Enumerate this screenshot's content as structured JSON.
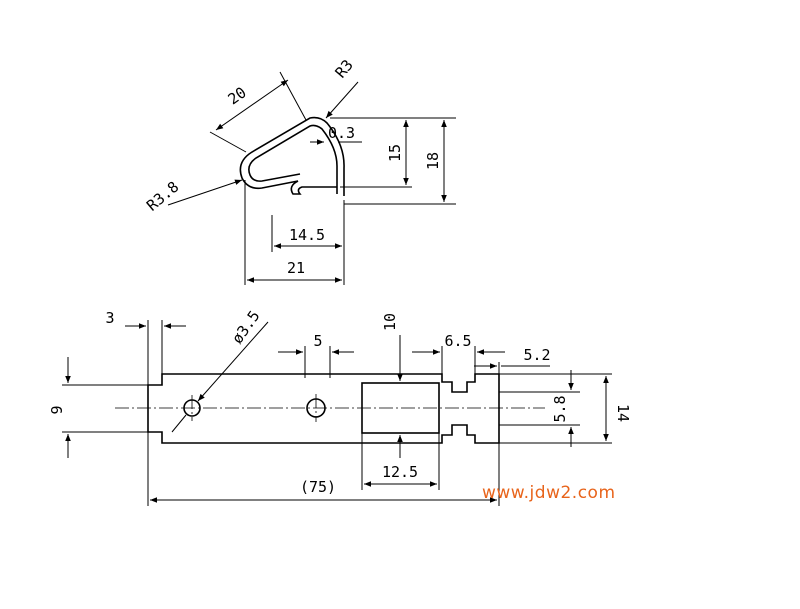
{
  "dimensions": {
    "side_20": "20",
    "radius_3": "R3",
    "thickness_0_3": "0.3",
    "height_15": "15",
    "height_18": "18",
    "radius_3_8": "R3.8",
    "width_14_5": "14.5",
    "width_21": "21",
    "edge_3": "3",
    "hole_dia": "ø3.5",
    "spacing_5": "5",
    "window_10": "10",
    "slot_6_5": "6.5",
    "tab_5_2": "5.2",
    "height_9": "9",
    "height_5_8": "5.8",
    "height_14": "14",
    "length_75": "(75)",
    "window_12_5": "12.5"
  },
  "watermark": "www.jdw2.com"
}
